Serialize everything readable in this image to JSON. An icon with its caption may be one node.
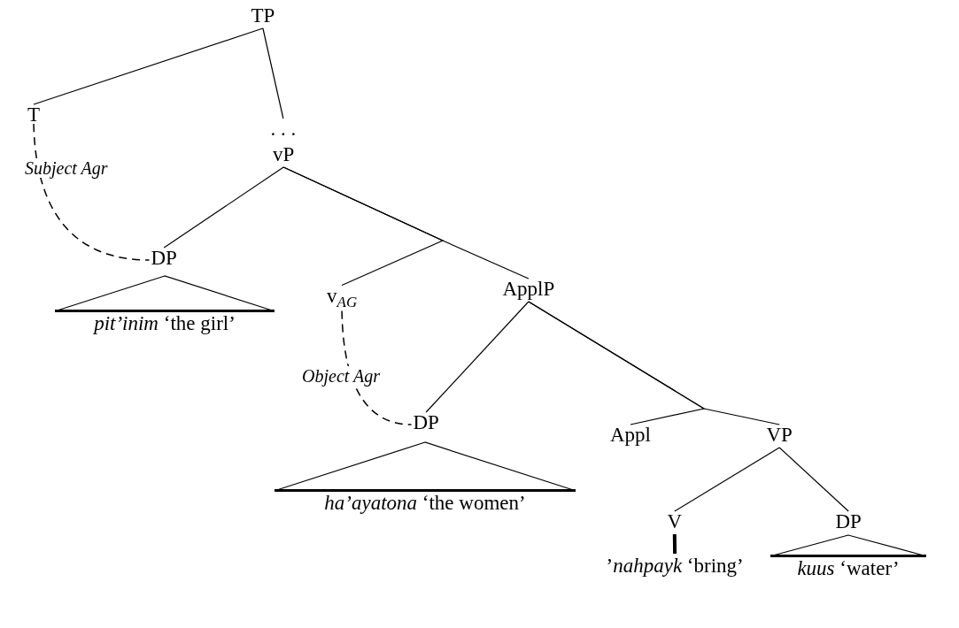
{
  "diagram": {
    "nodes": [
      {
        "text": [
          "TP"
        ]
      },
      {
        "text": [
          "T"
        ]
      },
      {
        "text": [
          ". . ."
        ]
      },
      {
        "text": [
          "vP"
        ]
      },
      {
        "text": [
          "DP"
        ]
      },
      {
        "text": [
          "*pit’inim* ‘the girl’"
        ]
      },
      {
        "text": [
          "v$_{AG}$"
        ]
      },
      {
        "text": [
          "ApplP"
        ]
      },
      {
        "text": [
          "DP"
        ]
      },
      {
        "text": [
          "*ha’ayatona* ‘the women’"
        ]
      },
      {
        "text": [
          "Appl"
        ]
      },
      {
        "text": [
          "VP"
        ]
      },
      {
        "text": [
          "V"
        ]
      },
      {
        "text": [
          "DP"
        ]
      },
      {
        "text": [
          "’*nahpayk* ‘bring’"
        ]
      },
      {
        "text": [
          "*kuus* ‘water’"
        ]
      }
    ],
    "edges": [
      {
        "from": 0,
        "to": 1,
        "arrow": "none"
      },
      {
        "from": 0,
        "to": 2,
        "arrow": "none"
      },
      {
        "from": 3,
        "to": 4,
        "arrow": "none"
      },
      {
        "from": 3,
        "to": 6,
        "arrow": "none"
      },
      {
        "from": 3,
        "to": 7,
        "arrow": "none"
      },
      {
        "from": 7,
        "to": 8,
        "arrow": "none"
      },
      {
        "from": 7,
        "to": 10,
        "arrow": "none"
      },
      {
        "from": 7,
        "to": 11,
        "arrow": "none"
      },
      {
        "from": 11,
        "to": 12,
        "arrow": "none"
      },
      {
        "from": 11,
        "to": 13,
        "arrow": "none"
      },
      {
        "from": 12,
        "to": 14,
        "arrow": "none",
        "style": "thick"
      },
      {
        "from": 1,
        "to": 4,
        "arrow": "none",
        "style": "dashed",
        "label": "Subject Agr"
      },
      {
        "from": 6,
        "to": 8,
        "arrow": "none",
        "style": "dashed",
        "label": "Object Agr"
      }
    ]
  }
}
